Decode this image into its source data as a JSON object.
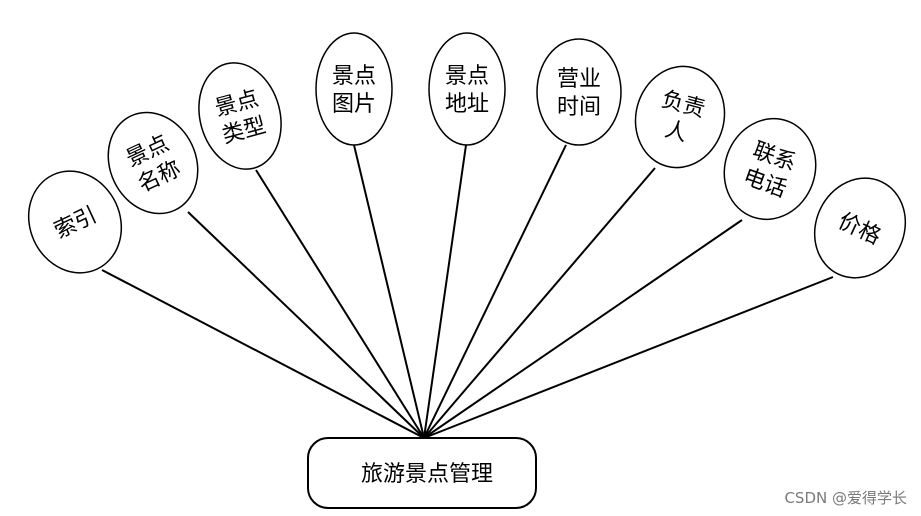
{
  "entity": {
    "label": "旅游景点管理"
  },
  "attributes": [
    {
      "id": "index",
      "lines": [
        "索引"
      ]
    },
    {
      "id": "name",
      "lines": [
        "景点",
        "名称"
      ]
    },
    {
      "id": "type",
      "lines": [
        "景点",
        "类型"
      ]
    },
    {
      "id": "image",
      "lines": [
        "景点",
        "图片"
      ]
    },
    {
      "id": "address",
      "lines": [
        "景点",
        "地址"
      ]
    },
    {
      "id": "hours",
      "lines": [
        "营业",
        "时间"
      ]
    },
    {
      "id": "manager",
      "lines": [
        "负责",
        "人"
      ]
    },
    {
      "id": "phone",
      "lines": [
        "联系",
        "电话"
      ]
    },
    {
      "id": "price",
      "lines": [
        "价格"
      ]
    }
  ],
  "watermark": "CSDN @爱得学长"
}
